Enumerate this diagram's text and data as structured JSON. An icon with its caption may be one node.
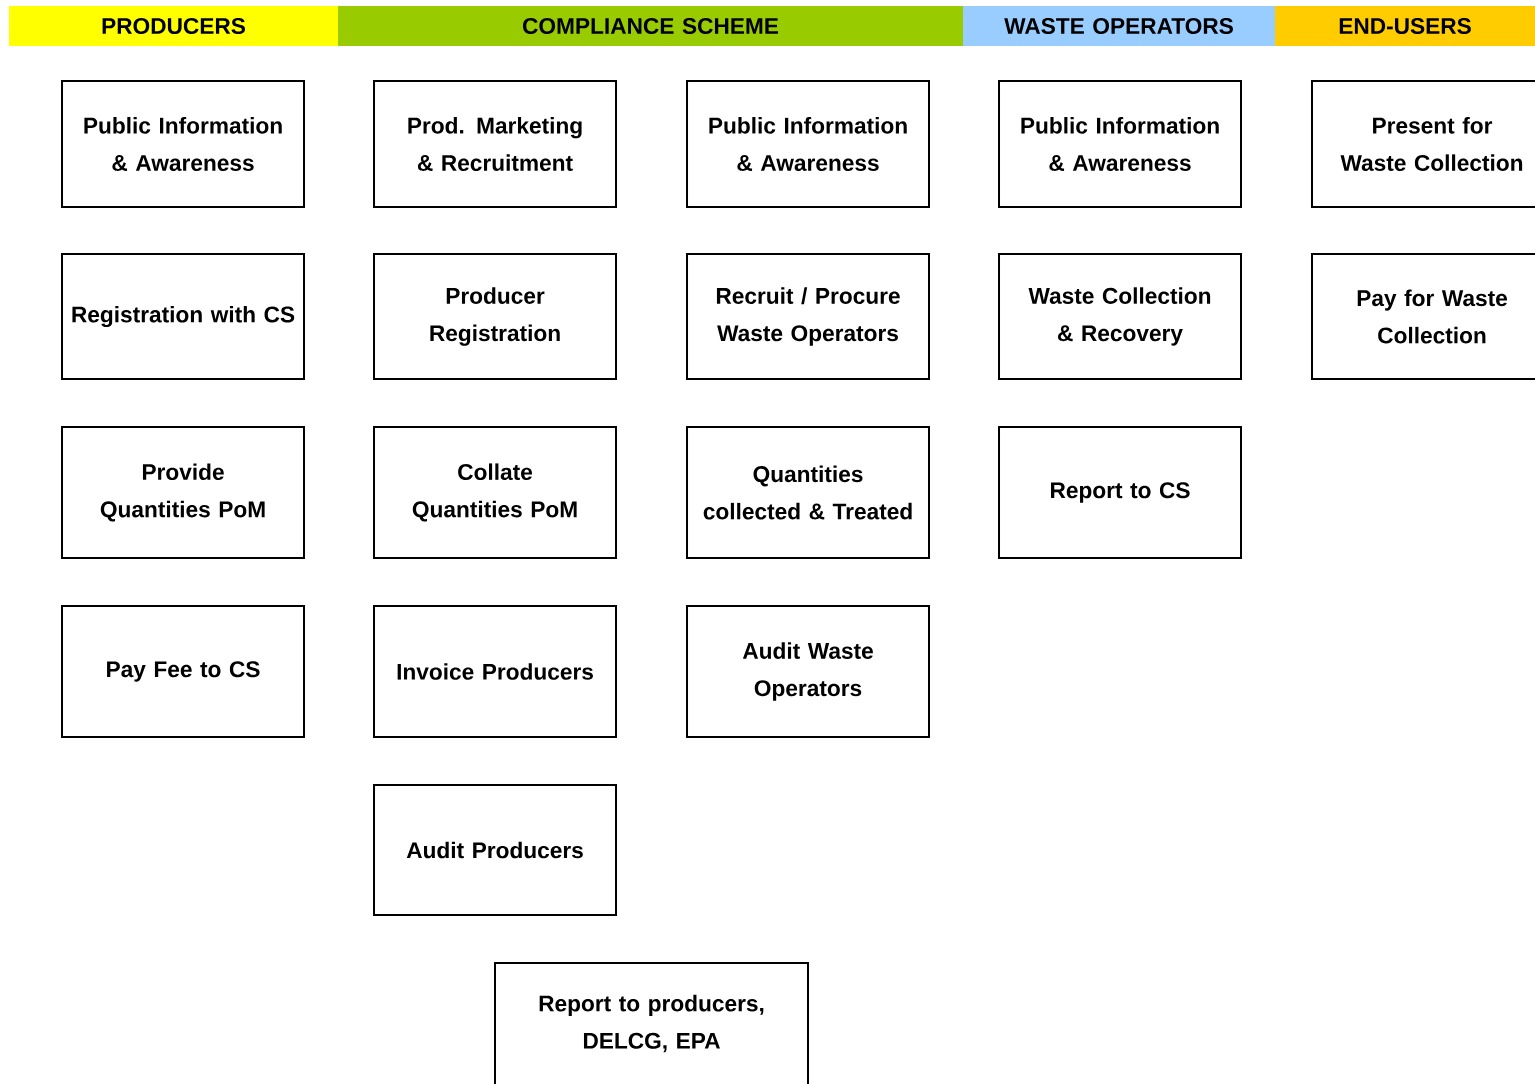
{
  "diagram": {
    "nodes": [
      {
        "text": [
          "PRODUCERS"
        ]
      },
      {
        "text": [
          "COMPLIANCE SCHEME"
        ]
      },
      {
        "text": [
          "WASTE OPERATORS"
        ]
      },
      {
        "text": [
          "END-USERS"
        ]
      },
      {
        "text": [
          "Public Information & Awareness"
        ]
      },
      {
        "text": [
          "Prod. Marketing & Recruitment"
        ]
      },
      {
        "text": [
          "Public Information & Awareness"
        ]
      },
      {
        "text": [
          "Public Information & Awareness"
        ]
      },
      {
        "text": [
          "Present for Waste Collection"
        ]
      },
      {
        "text": [
          "Registration with CS"
        ]
      },
      {
        "text": [
          "Producer Registration"
        ]
      },
      {
        "text": [
          "Recruit / Procure Waste Operators"
        ]
      },
      {
        "text": [
          "Waste Collection & Recovery"
        ]
      },
      {
        "text": [
          "Pay for Waste Collection"
        ]
      },
      {
        "text": [
          "Provide Quantities PoM"
        ]
      },
      {
        "text": [
          "Collate Quantities PoM"
        ]
      },
      {
        "text": [
          "Quantities collected & Treated"
        ]
      },
      {
        "text": [
          "Report to CS"
        ]
      },
      {
        "text": [
          "Pay Fee to CS"
        ]
      },
      {
        "text": [
          "Invoice Producers"
        ]
      },
      {
        "text": [
          "Audit Waste Operators"
        ]
      },
      {
        "text": [
          "Audit Producers"
        ]
      },
      {
        "text": [
          "Report to producers, DELCG, EPA"
        ]
      }
    ],
    "edges": []
  }
}
